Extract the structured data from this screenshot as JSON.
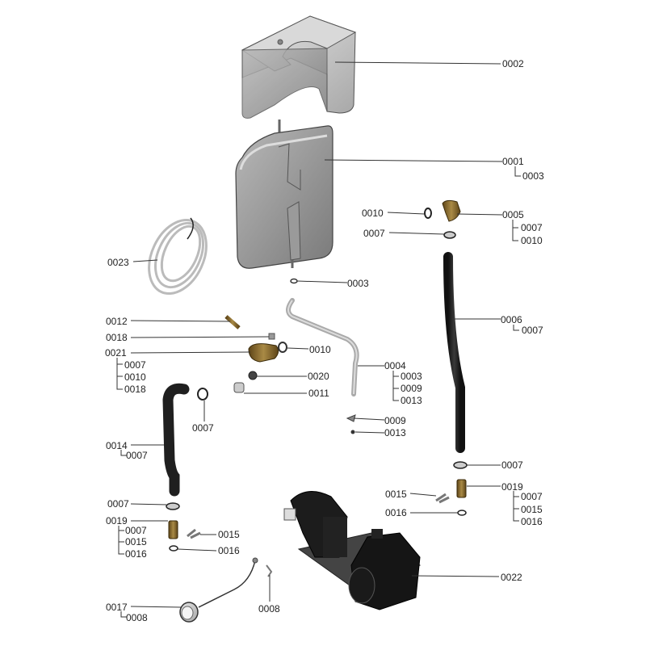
{
  "diagram": {
    "title": "Exploded parts diagram",
    "colors": {
      "background": "#ffffff",
      "text": "#222222",
      "leader": "#333333",
      "grey_part": "#8c8c8c",
      "light_part": "#d0d0d0",
      "dark_part": "#1f1f1f",
      "brass": "#8a6a2a"
    },
    "callouts": [
      {
        "id": "c0002",
        "label": "0002",
        "sub": []
      },
      {
        "id": "c0001",
        "label": "0001",
        "sub": [
          "0003"
        ]
      },
      {
        "id": "c0010a",
        "label": "0010",
        "sub": []
      },
      {
        "id": "c0005",
        "label": "0005",
        "sub": [
          "0007",
          "0010"
        ]
      },
      {
        "id": "c0007a",
        "label": "0007",
        "sub": []
      },
      {
        "id": "c0023",
        "label": "0023",
        "sub": []
      },
      {
        "id": "c0003",
        "label": "0003",
        "sub": []
      },
      {
        "id": "c0006",
        "label": "0006",
        "sub": [
          "0007"
        ]
      },
      {
        "id": "c0012",
        "label": "0012",
        "sub": []
      },
      {
        "id": "c0018",
        "label": "0018",
        "sub": []
      },
      {
        "id": "c0021",
        "label": "0021",
        "sub": [
          "0007",
          "0010",
          "0018"
        ]
      },
      {
        "id": "c0010b",
        "label": "0010",
        "sub": []
      },
      {
        "id": "c0004",
        "label": "0004",
        "sub": [
          "0003",
          "0009",
          "0013"
        ]
      },
      {
        "id": "c0020",
        "label": "0020",
        "sub": []
      },
      {
        "id": "c0011",
        "label": "0011",
        "sub": []
      },
      {
        "id": "c0007b",
        "label": "0007",
        "sub": []
      },
      {
        "id": "c0009",
        "label": "0009",
        "sub": []
      },
      {
        "id": "c0013",
        "label": "0013",
        "sub": []
      },
      {
        "id": "c0014",
        "label": "0014",
        "sub": [
          "0007"
        ]
      },
      {
        "id": "c0007c",
        "label": "0007",
        "sub": []
      },
      {
        "id": "c0019a",
        "label": "0019",
        "sub": [
          "0007",
          "0015",
          "0016"
        ]
      },
      {
        "id": "c0015a",
        "label": "0015",
        "sub": []
      },
      {
        "id": "c0016a",
        "label": "0016",
        "sub": []
      },
      {
        "id": "c0007d",
        "label": "0007",
        "sub": []
      },
      {
        "id": "c0019b",
        "label": "0019",
        "sub": [
          "0007",
          "0015",
          "0016"
        ]
      },
      {
        "id": "c0015b",
        "label": "0015",
        "sub": []
      },
      {
        "id": "c0016b",
        "label": "0016",
        "sub": []
      },
      {
        "id": "c0022",
        "label": "0022",
        "sub": []
      },
      {
        "id": "c0017",
        "label": "0017",
        "sub": [
          "0008"
        ]
      },
      {
        "id": "c0008",
        "label": "0008",
        "sub": []
      }
    ],
    "parts": [
      {
        "id": "0001",
        "name": "expansion-vessel"
      },
      {
        "id": "0002",
        "name": "vessel-bracket"
      },
      {
        "id": "0003",
        "name": "o-ring-small"
      },
      {
        "id": "0004",
        "name": "pipe"
      },
      {
        "id": "0005",
        "name": "brass-elbow"
      },
      {
        "id": "0006",
        "name": "hose"
      },
      {
        "id": "0007",
        "name": "hose-clamp"
      },
      {
        "id": "0008",
        "name": "clip"
      },
      {
        "id": "0009",
        "name": "clip"
      },
      {
        "id": "0010",
        "name": "o-ring"
      },
      {
        "id": "0011",
        "name": "fitting"
      },
      {
        "id": "0012",
        "name": "sensor"
      },
      {
        "id": "0013",
        "name": "seal"
      },
      {
        "id": "0014",
        "name": "hose"
      },
      {
        "id": "0015",
        "name": "clip"
      },
      {
        "id": "0016",
        "name": "o-ring"
      },
      {
        "id": "0017",
        "name": "pressure-gauge"
      },
      {
        "id": "0018",
        "name": "valve-cap"
      },
      {
        "id": "0019",
        "name": "brass-connector"
      },
      {
        "id": "0020",
        "name": "clamp"
      },
      {
        "id": "0021",
        "name": "brass-valve"
      },
      {
        "id": "0022",
        "name": "hydraulic-unit"
      },
      {
        "id": "0023",
        "name": "coiled-tube"
      }
    ]
  }
}
